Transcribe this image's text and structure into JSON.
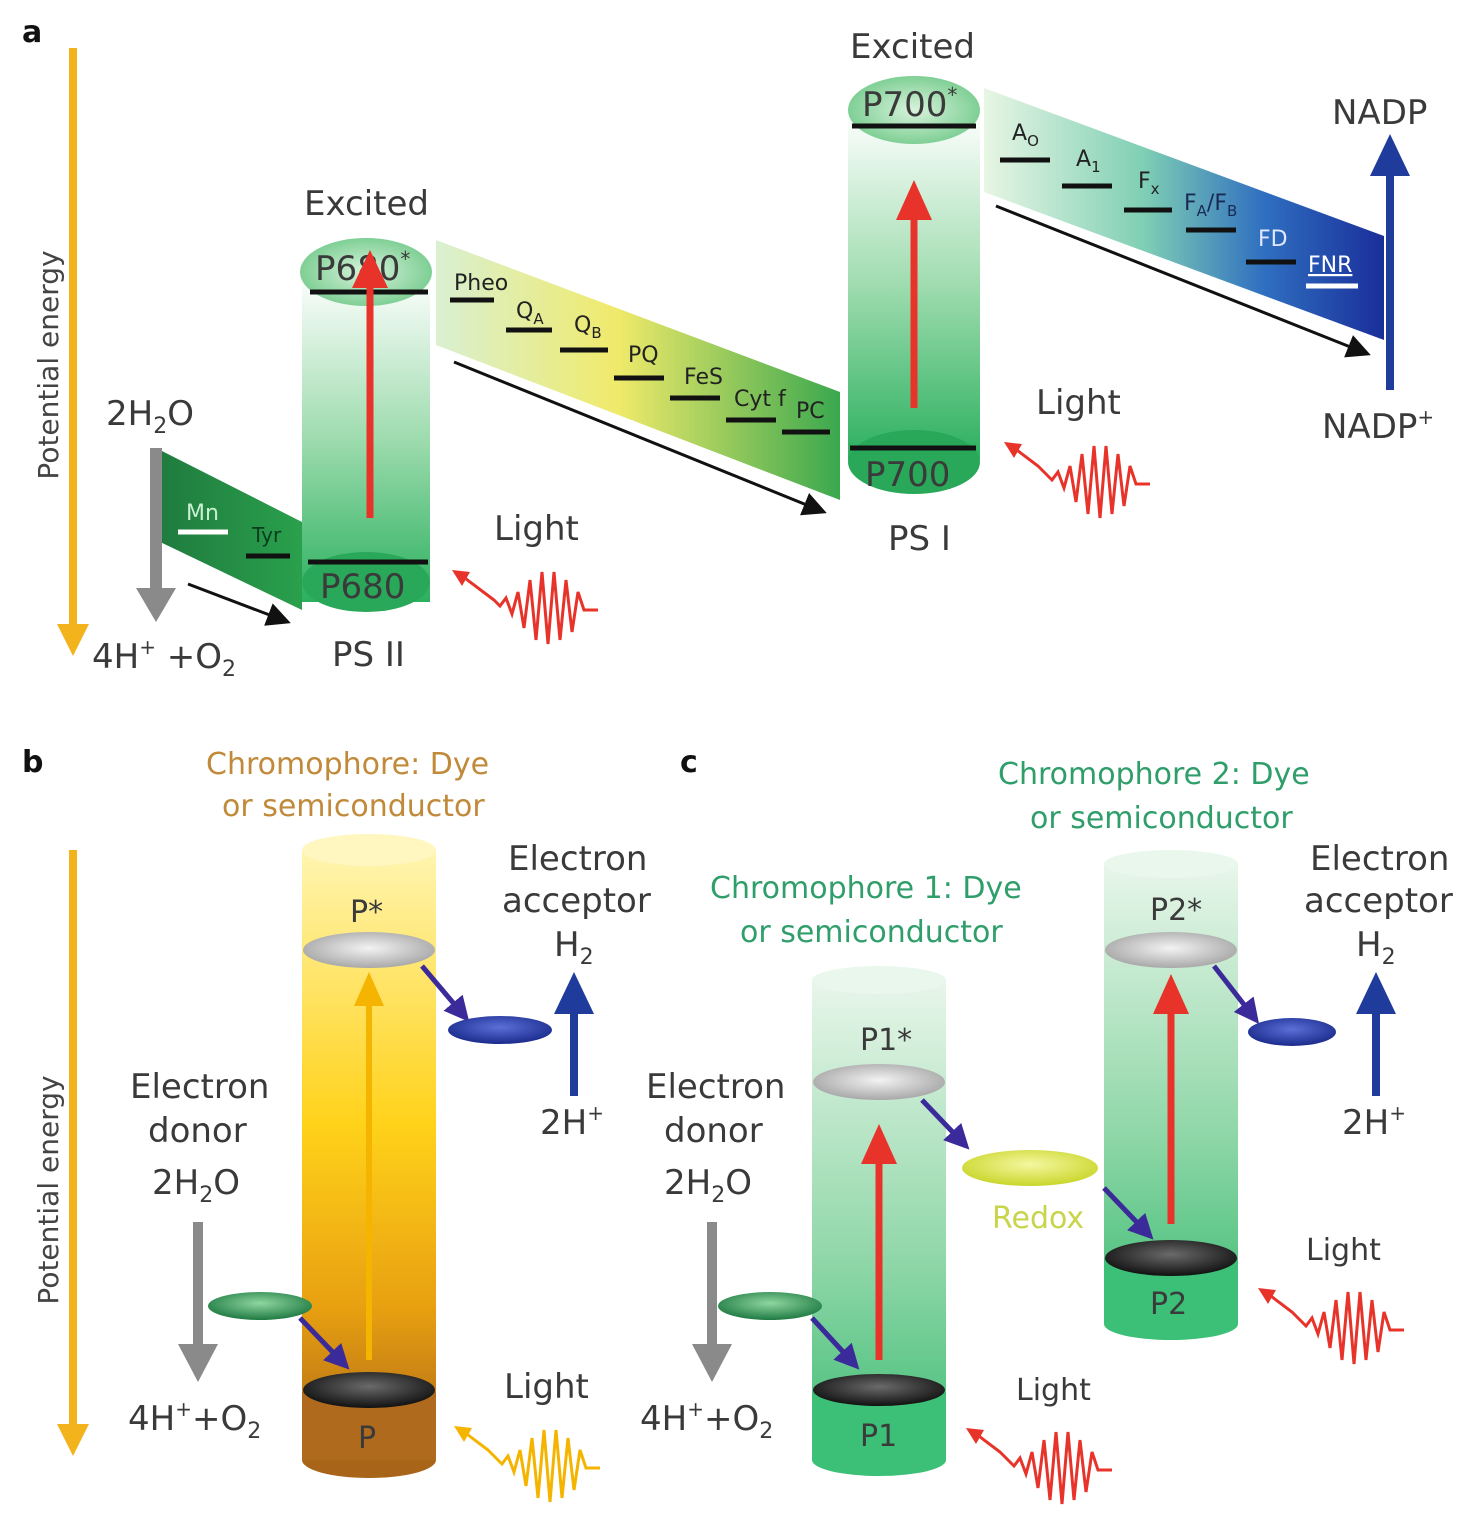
{
  "panel_a": {
    "label": "a",
    "axis": "Potential energy",
    "water_in": {
      "main": "2H",
      "sub": "2",
      "tail": "O"
    },
    "water_out": {
      "p1": "4H",
      "sup": "+",
      "p2": " +O",
      "sub": "2"
    },
    "mn": "Mn",
    "tyr": "Tyr",
    "ps2": {
      "excited": "Excited",
      "top": "P680",
      "top_sup": "*",
      "bottom": "P680",
      "name": "PS II"
    },
    "chain1": {
      "pheo": "Pheo",
      "qa": "Q",
      "qa_sub": "A",
      "qb": "Q",
      "qb_sub": "B",
      "pq": "PQ",
      "fes": "FeS",
      "cytf": "Cyt f",
      "pc": "PC"
    },
    "light1": "Light",
    "ps1": {
      "excited": "Excited",
      "top": "P700",
      "top_sup": "*",
      "bottom": "P700",
      "name": "PS I"
    },
    "chain2": {
      "a0": "A",
      "a0_sub": "O",
      "a1": "A",
      "a1_sub": "1",
      "fx": "F",
      "fx_sub": "x",
      "fafb1": "F",
      "fafb1_sub": "A",
      "fafb2": "/F",
      "fafb2_sub": "B",
      "fd": "FD",
      "fnr": "FNR"
    },
    "light2": "Light",
    "nadp": "NADP",
    "nadp_plus": {
      "main": "NADP",
      "sup": "+"
    }
  },
  "panel_b": {
    "label": "b",
    "axis": "Potential energy",
    "chromo1": "Chromophore: Dye",
    "chromo2": "or semiconductor",
    "pstar": "P*",
    "p": "P",
    "acceptor1": "Electron",
    "acceptor2": "acceptor",
    "h2": {
      "main": "H",
      "sub": "2"
    },
    "h_plus": {
      "main": "2H",
      "sup": "+"
    },
    "donor1": "Electron",
    "donor2": "donor",
    "water_in": {
      "main": "2H",
      "sub": "2",
      "tail": "O"
    },
    "water_out": {
      "p1": "4H",
      "sup": "+",
      "p2": "+O",
      "sub": "2"
    },
    "light": "Light"
  },
  "panel_c": {
    "label": "c",
    "chromo2_1": "Chromophore 2: Dye",
    "chromo2_2": "or semiconductor",
    "chromo1_1": "Chromophore 1: Dye",
    "chromo1_2": "or semiconductor",
    "p1star": "P1*",
    "p1": "P1",
    "p2star": "P2*",
    "p2": "P2",
    "redox": "Redox",
    "acceptor1": "Electron",
    "acceptor2": "acceptor",
    "h2": {
      "main": "H",
      "sub": "2"
    },
    "h_plus": {
      "main": "2H",
      "sup": "+"
    },
    "donor1": "Electron",
    "donor2": "donor",
    "water_in": {
      "main": "2H",
      "sub": "2",
      "tail": "O"
    },
    "water_out": {
      "p1": "4H",
      "sup": "+",
      "p2": "+O",
      "sub": "2"
    },
    "light1": "Light",
    "light2": "Light"
  },
  "colors": {
    "axis_arrow": "#f2b31c",
    "red_arrow": "#e8332a",
    "blue_arrow": "#1f3c9c",
    "gray_arrow": "#8a8a8a",
    "green": "#2db56a",
    "orange": "#f5c400",
    "brown": "#b06a1e"
  }
}
